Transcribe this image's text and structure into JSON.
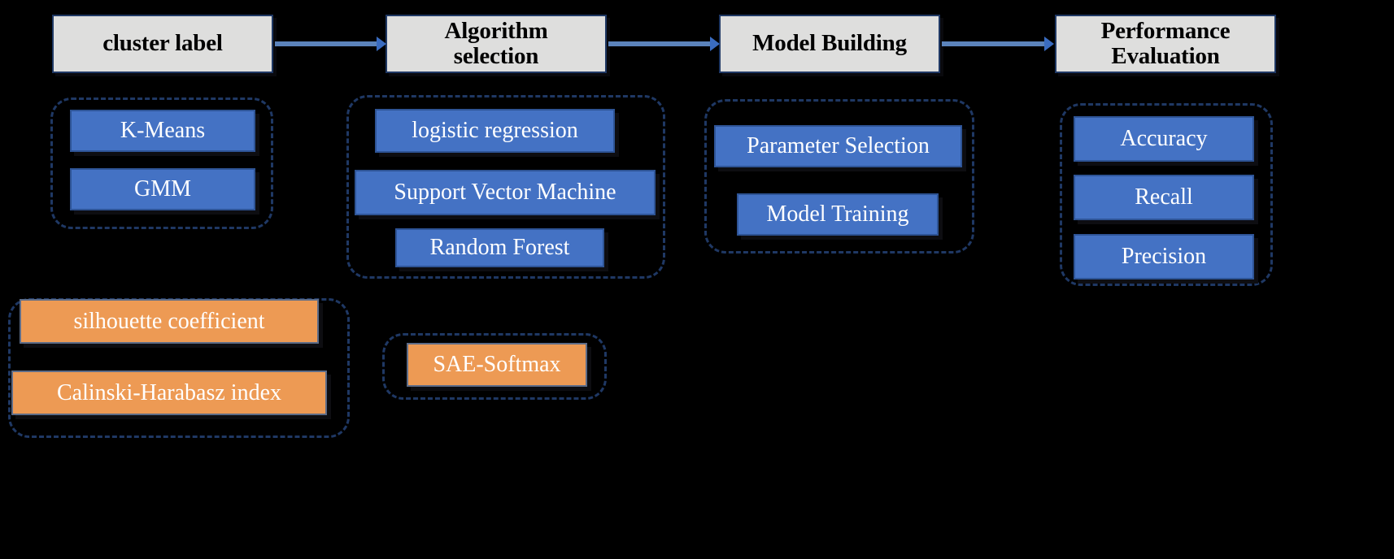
{
  "diagram": {
    "title": "Machine learning pipeline flow diagram",
    "background_color": "#000000",
    "colors": {
      "stage_fill": "#dededd",
      "stage_border": "#1f3864",
      "chip_blue": "#4472c4",
      "chip_blue_border": "#2e5496",
      "chip_orange": "#ed9a54",
      "chip_orange_border": "#5d6c88",
      "arrow": "#5b83bb",
      "group_dash": "#1f3864",
      "chip_text": "#ffffff",
      "stage_text": "#000000"
    },
    "stages": [
      {
        "id": "cluster-label",
        "label": "cluster label"
      },
      {
        "id": "algorithm-selection",
        "label": "Algorithm selection"
      },
      {
        "id": "model-building",
        "label": "Model Building"
      },
      {
        "id": "performance-evaluation",
        "label": "Performance Evaluation"
      }
    ],
    "groups": [
      {
        "id": "clustering-algorithms",
        "stage": "cluster label",
        "items": [
          {
            "label": "K-Means",
            "color": "blue"
          },
          {
            "label": "GMM",
            "color": "blue"
          }
        ]
      },
      {
        "id": "classification-algorithms",
        "stage": "Algorithm selection",
        "items": [
          {
            "label": "logistic regression",
            "color": "blue"
          },
          {
            "label": "Support Vector Machine",
            "color": "blue"
          },
          {
            "label": "Random Forest",
            "color": "blue"
          }
        ]
      },
      {
        "id": "model-building-steps",
        "stage": "Model Building",
        "items": [
          {
            "label": "Parameter Selection",
            "color": "blue"
          },
          {
            "label": "Model Training",
            "color": "blue"
          }
        ]
      },
      {
        "id": "evaluation-metrics",
        "stage": "Performance Evaluation",
        "items": [
          {
            "label": "Accuracy",
            "color": "blue"
          },
          {
            "label": "Recall",
            "color": "blue"
          },
          {
            "label": "Precision",
            "color": "blue"
          }
        ]
      },
      {
        "id": "clustering-metrics",
        "stage": "cluster label",
        "items": [
          {
            "label": "silhouette coefficient",
            "color": "orange"
          },
          {
            "label": "Calinski-Harabasz index",
            "color": "orange"
          }
        ]
      },
      {
        "id": "deep-model",
        "stage": "Algorithm selection",
        "items": [
          {
            "label": "SAE-Softmax",
            "color": "orange"
          }
        ]
      }
    ],
    "connectors": [
      {
        "id": "arrow-1",
        "from": "cluster label",
        "to": "Algorithm selection"
      },
      {
        "id": "arrow-2",
        "from": "Algorithm selection",
        "to": "Model Building"
      },
      {
        "id": "arrow-3",
        "from": "Model Building",
        "to": "Performance Evaluation"
      }
    ]
  }
}
